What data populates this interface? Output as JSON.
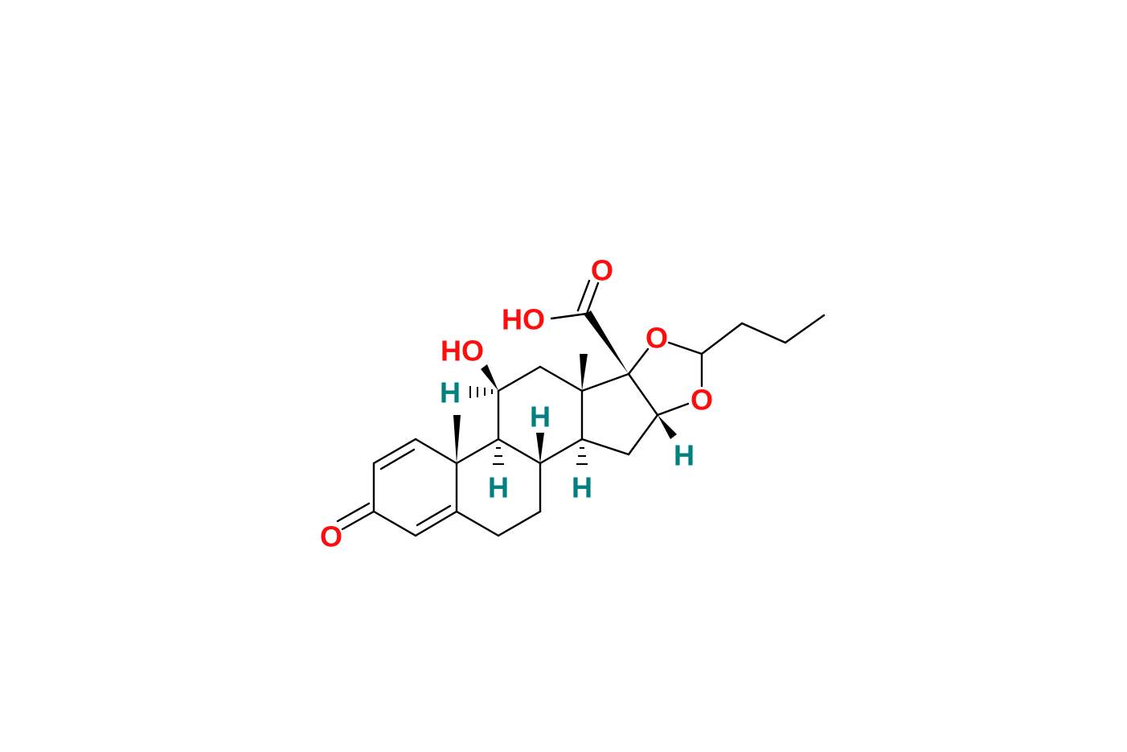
{
  "molecule": {
    "labels": {
      "ketone_o": "O",
      "hydroxyl_11": "HO",
      "acid_oh": "HO",
      "acid_o": "O",
      "dioxolane_o1": "O",
      "dioxolane_o2": "O",
      "h_11": "H",
      "h_9": "H",
      "h_8": "H",
      "h_14": "H",
      "h_16": "H"
    },
    "colors": {
      "oxygen": "#ff0d0d",
      "hydrogen": "#008080",
      "bond": "#000000"
    }
  }
}
